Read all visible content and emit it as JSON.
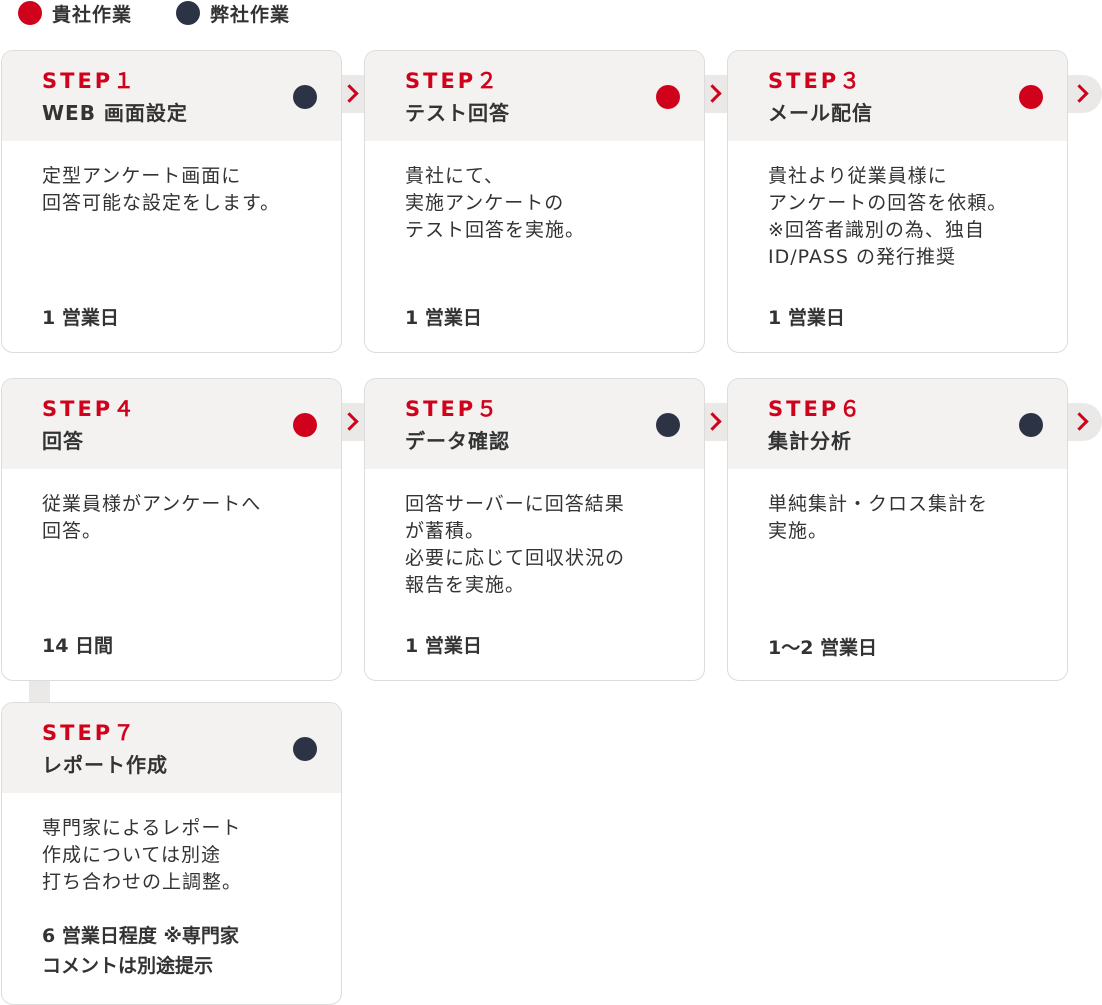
{
  "legend": {
    "client": {
      "label": "貴社作業",
      "color": "#d0021b"
    },
    "vendor": {
      "label": "弊社作業",
      "color": "#2c3344"
    }
  },
  "steps": [
    {
      "label": "STEP１",
      "title": "WEB 画面設定",
      "actor": "vendor",
      "desc": "定型アンケート画面に\n回答可能な設定をします。",
      "duration": "1 営業日"
    },
    {
      "label": "STEP２",
      "title": "テスト回答",
      "actor": "client",
      "desc": "貴社にて、\n実施アンケートの\nテスト回答を実施。",
      "duration": "1 営業日"
    },
    {
      "label": "STEP３",
      "title": "メール配信",
      "actor": "client",
      "desc": "貴社より従業員様に\nアンケートの回答を依頼。\n※回答者識別の為、独自\nID/PASS の発行推奨",
      "duration": "1 営業日"
    },
    {
      "label": "STEP４",
      "title": "回答",
      "actor": "client",
      "desc": "従業員様がアンケートへ\n回答。",
      "duration": "14 日間"
    },
    {
      "label": "STEP５",
      "title": "データ確認",
      "actor": "vendor",
      "desc": "回答サーバーに回答結果\nが蓄積。\n必要に応じて回収状況の\n報告を実施。",
      "duration": "1 営業日"
    },
    {
      "label": "STEP６",
      "title": "集計分析",
      "actor": "vendor",
      "desc": "単純集計・クロス集計を\n実施。",
      "duration": "1〜2 営業日"
    },
    {
      "label": "STEP７",
      "title": "レポート作成",
      "actor": "vendor",
      "desc": "専門家によるレポート\n作成については別途\n打ち合わせの上調整。",
      "duration": "6 営業日程度 ※専門家\nコメントは別途提示"
    }
  ]
}
